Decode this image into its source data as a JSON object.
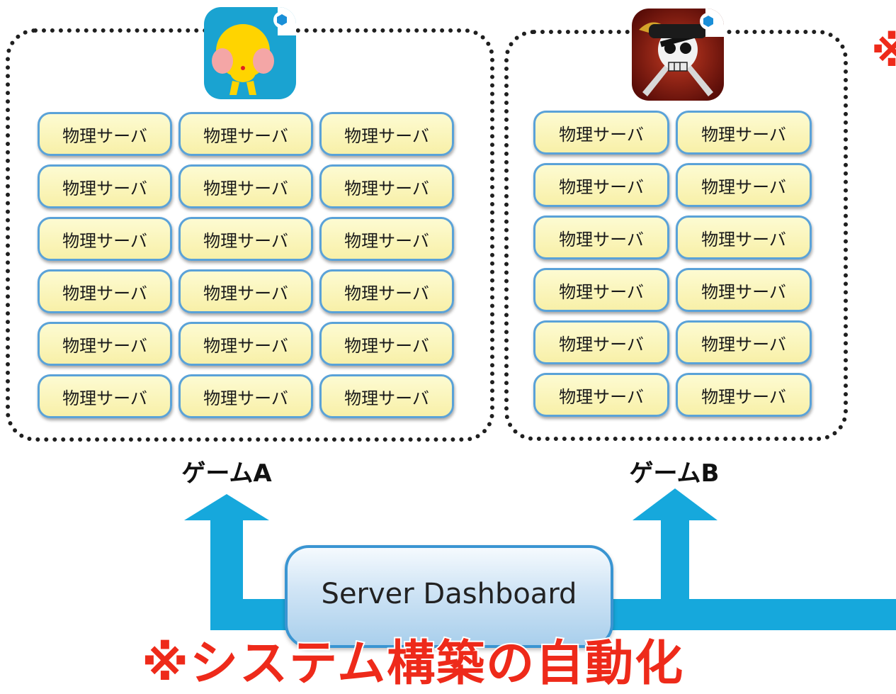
{
  "server_label": "物理サーバ",
  "game_a": {
    "caption": "ゲームA",
    "icon": "yellow-mascot-icon",
    "rows": 6,
    "cols": 3
  },
  "game_b": {
    "caption": "ゲームB",
    "icon": "pirate-skull-icon",
    "rows": 6,
    "cols": 2
  },
  "dashboard": {
    "label": "Server Dashboard"
  },
  "note": {
    "text": "※システム構築の自動化",
    "clipped_text": "※"
  },
  "colors": {
    "arrow": "#16a8dc",
    "note": "#ee2a1a",
    "server_fill": "#fbf6bd",
    "server_border": "#5aa2d8",
    "dashboard_border": "#3a95d2"
  }
}
